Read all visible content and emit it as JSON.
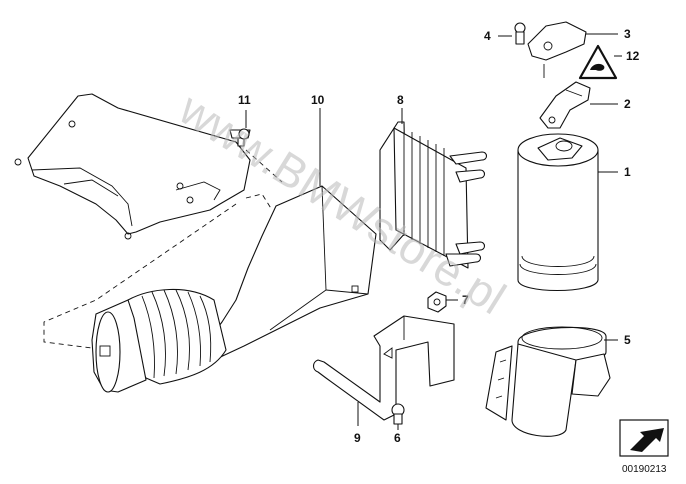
{
  "diagram": {
    "callouts": {
      "c1": "1",
      "c2": "2",
      "c3": "3",
      "c4": "4",
      "c5": "5",
      "c6": "6",
      "c7": "7",
      "c8": "8",
      "c9": "9",
      "c10": "10",
      "c11": "11",
      "c12": "12"
    },
    "watermark": "www.BMWstore.pl",
    "catalog_number": "00190213",
    "icons": {
      "warning_symbol": "warning-triangle-icon",
      "navigation_arrow": "arrow-icon"
    }
  }
}
